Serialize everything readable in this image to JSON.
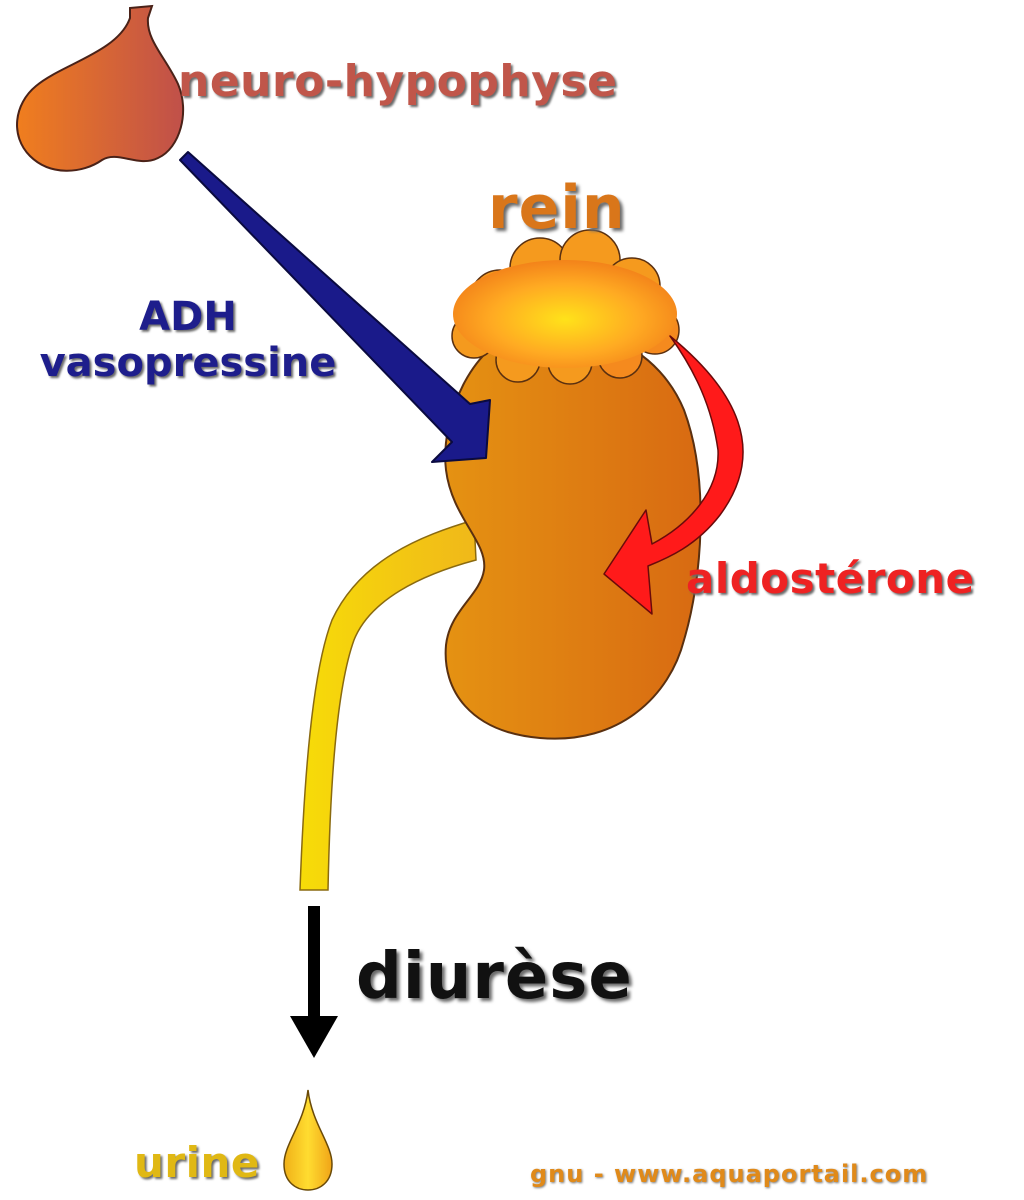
{
  "labels": {
    "neurohypophysis": "neuro-hypophyse",
    "kidney": "rein",
    "adh_line1": "ADH",
    "adh_line2": "vasopressine",
    "aldosterone": "aldostérone",
    "diuresis": "diurèse",
    "urine": "urine",
    "credit": "gnu - www.aquaportail.com"
  },
  "icons": [
    "neurohypophysis-gland-icon",
    "kidney-icon",
    "adrenal-gland-icon",
    "ureter-icon",
    "urine-drop-icon"
  ],
  "colors": {
    "hypophysis": "#c0564a",
    "kidney": "#d9761a",
    "adh_arrow": "#1a1a8a",
    "aldosterone_arrow": "#ff1a1a",
    "ureter": "#f5d20a",
    "diuresis_arrow": "#000000",
    "urine": "#f2b81a",
    "credit": "#e08a1a"
  }
}
